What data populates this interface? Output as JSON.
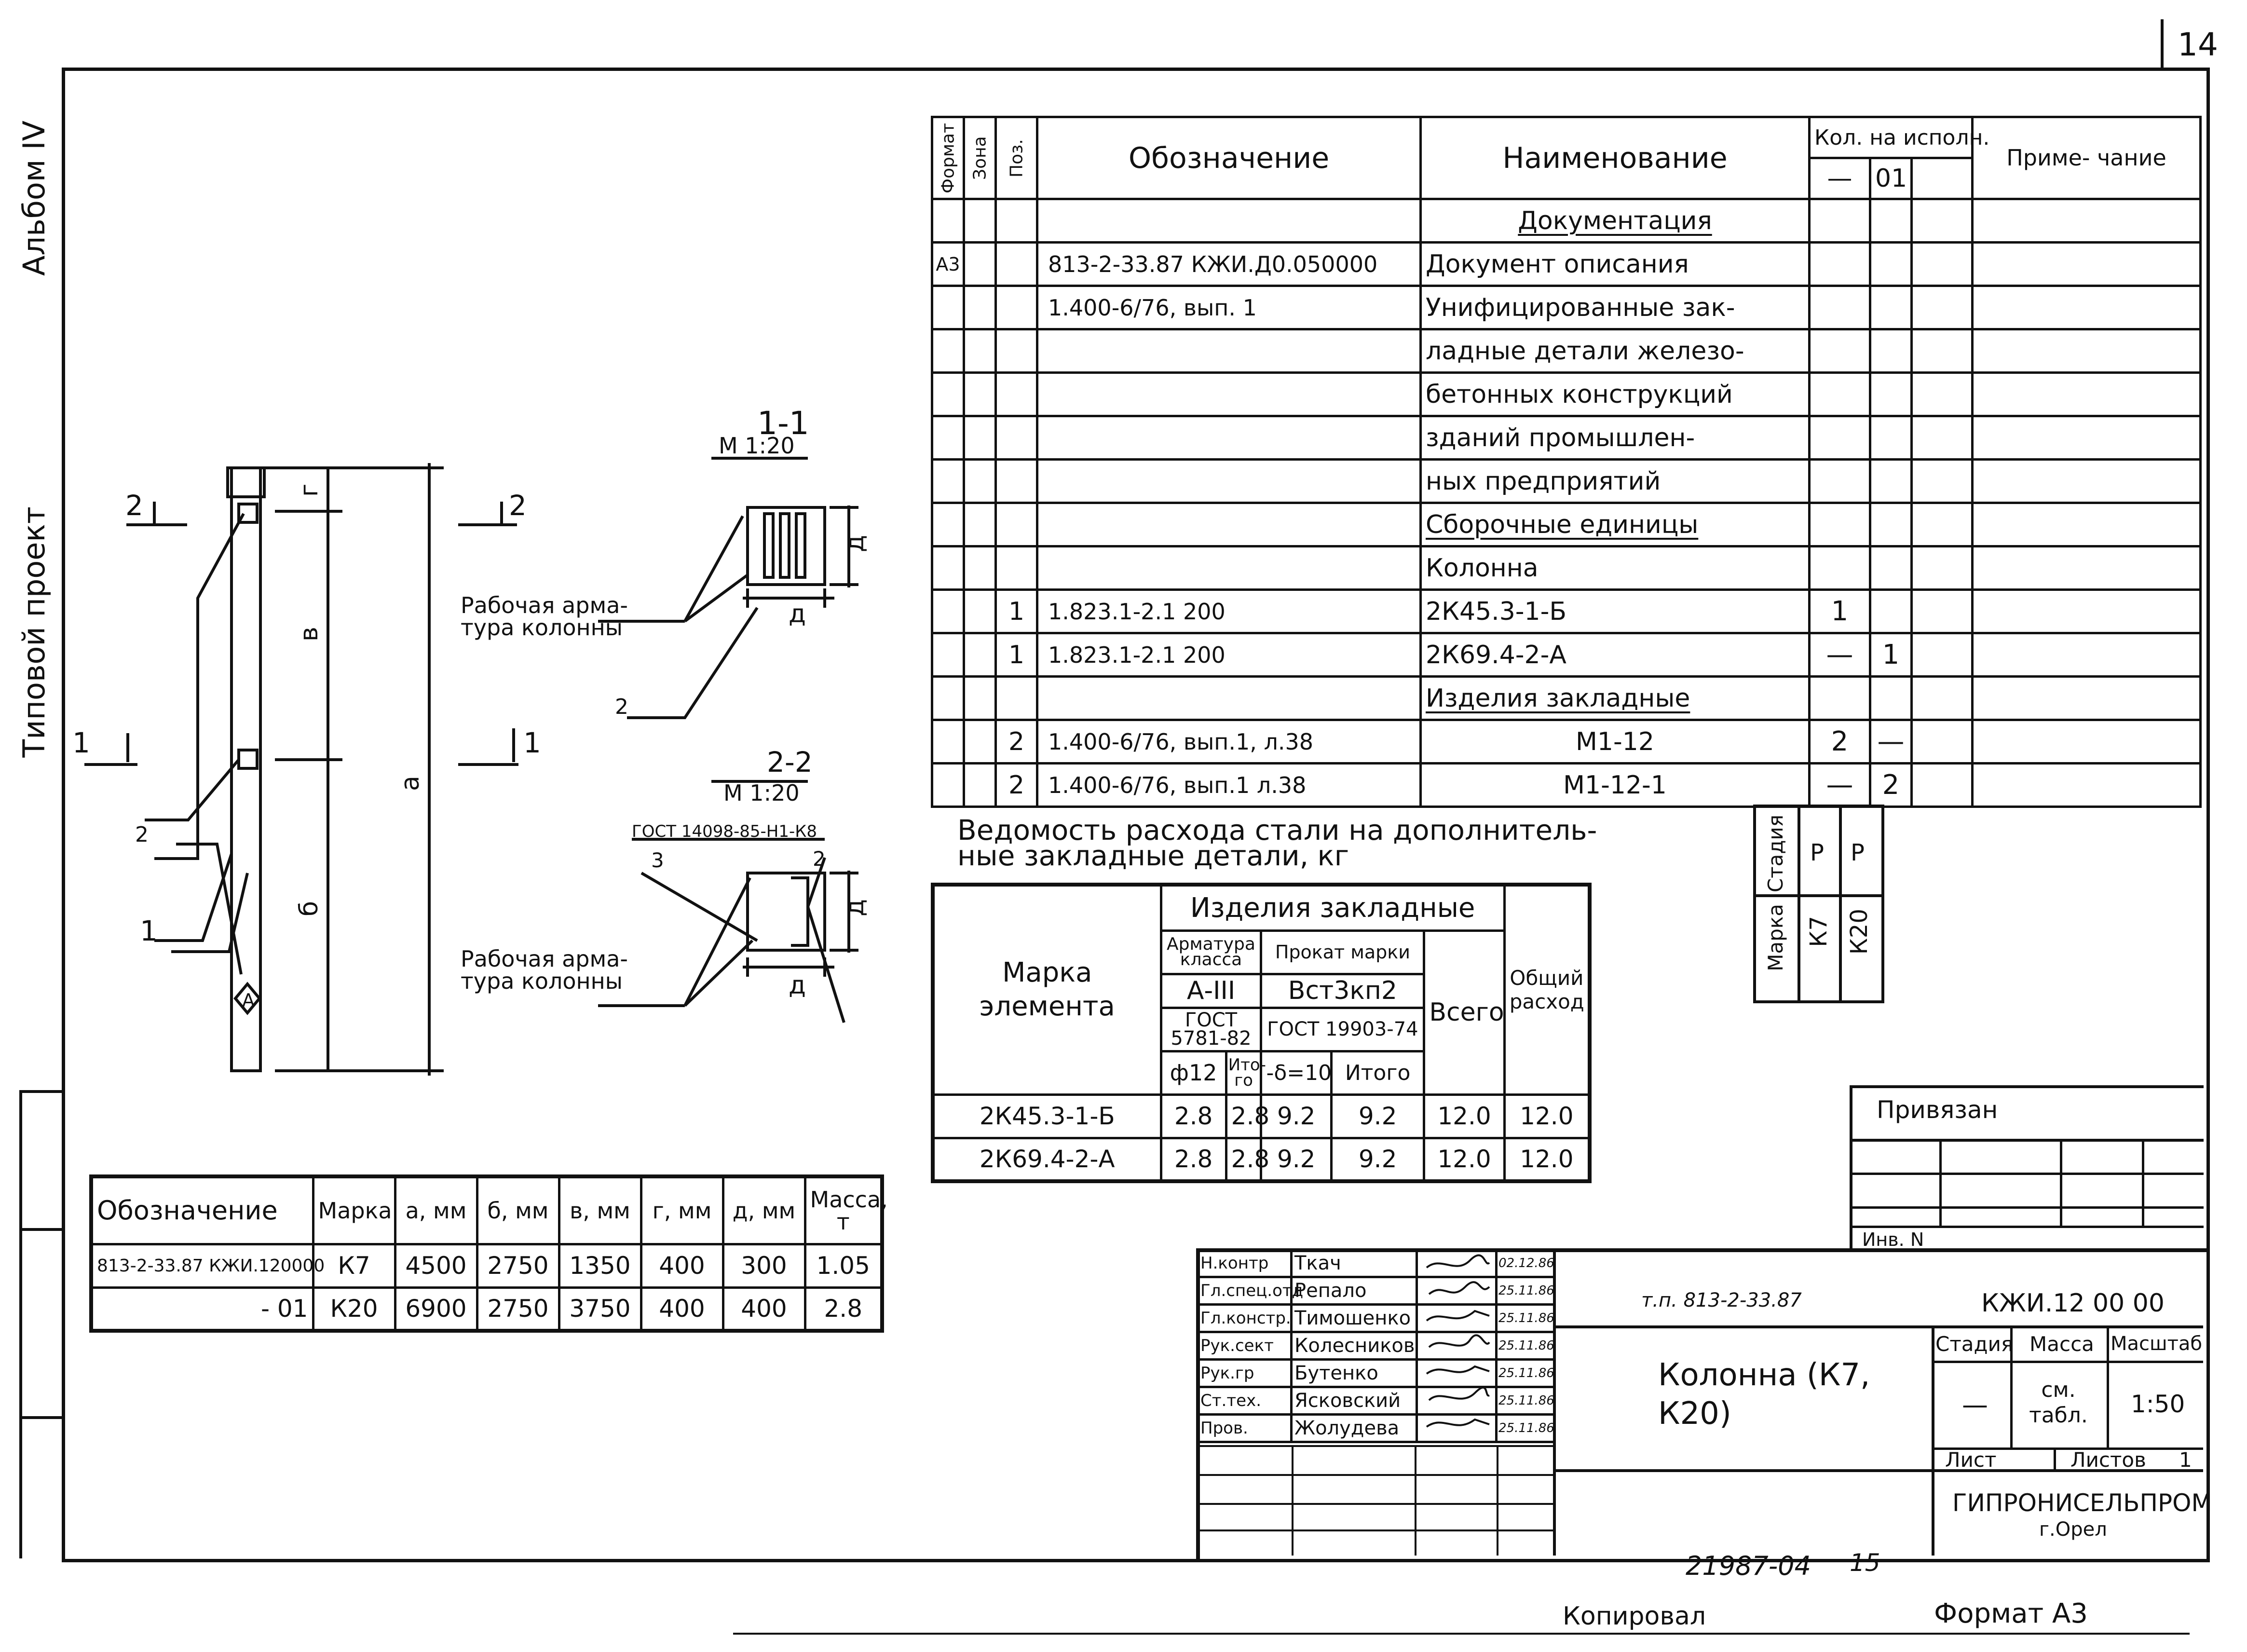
{
  "page": {
    "number": "14",
    "album": "Альбом IV",
    "project_type": "Типовой проект"
  },
  "spec": {
    "head": {
      "format": "Формат",
      "zone": "Зона",
      "pos": "Поз.",
      "designation": "Обозначение",
      "name": "Наименование",
      "qty": "Кол. на исполн.",
      "qty_a": "—",
      "qty_b": "01",
      "note": "Приме- чание"
    },
    "rows": [
      {
        "format": "",
        "pos": "",
        "des": "",
        "name": "Документация",
        "q1": "",
        "q2": ""
      },
      {
        "format": "А3",
        "pos": "",
        "des": "813-2-33.87   КЖИ.Д0.050000",
        "name": "Документ описания",
        "q1": "",
        "q2": ""
      },
      {
        "format": "",
        "pos": "",
        "des": "1.400-6/76, вып. 1",
        "name": "Унифицированные зак-",
        "q1": "",
        "q2": ""
      },
      {
        "format": "",
        "pos": "",
        "des": "",
        "name": "ладные детали железо-",
        "q1": "",
        "q2": ""
      },
      {
        "format": "",
        "pos": "",
        "des": "",
        "name": "бетонных конструкций",
        "q1": "",
        "q2": ""
      },
      {
        "format": "",
        "pos": "",
        "des": "",
        "name": "зданий промышлен-",
        "q1": "",
        "q2": ""
      },
      {
        "format": "",
        "pos": "",
        "des": "",
        "name": "ных предприятий",
        "q1": "",
        "q2": ""
      },
      {
        "format": "",
        "pos": "",
        "des": "",
        "name": "Сборочные единицы",
        "q1": "",
        "q2": ""
      },
      {
        "format": "",
        "pos": "",
        "des": "",
        "name": "Колонна",
        "q1": "",
        "q2": ""
      },
      {
        "format": "",
        "pos": "1",
        "des": "1.823.1-2.1        200",
        "name": "2К45.3-1-Б",
        "q1": "1",
        "q2": ""
      },
      {
        "format": "",
        "pos": "1",
        "des": "1.823.1-2.1        200",
        "name": "2К69.4-2-А",
        "q1": "—",
        "q2": "1"
      },
      {
        "format": "",
        "pos": "",
        "des": "",
        "name": "Изделия закладные",
        "q1": "",
        "q2": ""
      },
      {
        "format": "",
        "pos": "2",
        "des": "1.400-6/76, вып.1, л.38",
        "name": "М1-12",
        "q1": "2",
        "q2": "—"
      },
      {
        "format": "",
        "pos": "2",
        "des": "1.400-6/76, вып.1 л.38",
        "name": "М1-12-1",
        "q1": "—",
        "q2": "2"
      }
    ]
  },
  "stage_box": {
    "stage_label": "Стадия",
    "stage_1": "Р",
    "stage_2": "Р",
    "mark_label": "Марка",
    "mark_1": "К7",
    "mark_2": "К20"
  },
  "drawing": {
    "section_1": {
      "title": "1-1",
      "scale": "М 1:20"
    },
    "section_2": {
      "title": "2-2",
      "scale": "М 1:20"
    },
    "gost_label": "ГОСТ 14098-85-Н1-К8",
    "callout_rebar": "Рабочая арма- тура колонны",
    "callout_rebar_2": "Рабочая арма- тура колонны",
    "labels": {
      "cut2": "2",
      "cut1": "1",
      "pos1": "1",
      "pos2": "2",
      "pos2b": "2",
      "pos3": "3",
      "pos2c": "2",
      "d": "д",
      "dim_a": "а",
      "dim_b": "б",
      "dim_v": "в",
      "dim_g": "г",
      "mark_a": "А"
    }
  },
  "steel": {
    "title": "Ведомость расхода стали на дополнитель- ные закладные детали, кг",
    "h_mark": "Марка элемента",
    "h_group": "Изделия закладные",
    "h_rebar": "Арматура класса",
    "h_rolled": "Прокат марки",
    "h_class": "А-III",
    "h_steel": "Вст3кп2",
    "h_gost1": "ГОСТ 5781-82",
    "h_gost2": "ГОСТ 19903-74",
    "h_phi": "ф12",
    "h_sub1": "Ито- го",
    "h_delta": "-δ=10",
    "h_sub2": "Итого",
    "h_total": "Всего",
    "h_overall": "Общий расход",
    "rows": [
      {
        "mark": "2К45.3-1-Б",
        "v1": "2.8",
        "v2": "2.8",
        "v3": "9.2",
        "v4": "9.2",
        "v5": "12.0",
        "v6": "12.0"
      },
      {
        "mark": "2К69.4-2-А",
        "v1": "2.8",
        "v2": "2.8",
        "v3": "9.2",
        "v4": "9.2",
        "v5": "12.0",
        "v6": "12.0"
      }
    ]
  },
  "dims": {
    "head": [
      "Обозначение",
      "Марка",
      "а, мм",
      "б, мм",
      "в, мм",
      "г, мм",
      "д, мм",
      "Масса, т"
    ],
    "rows": [
      [
        "813-2-33.87 КЖИ.120000",
        "К7",
        "4500",
        "2750",
        "1350",
        "400",
        "300",
        "1.05"
      ],
      [
        "- 01",
        "К20",
        "6900",
        "2750",
        "3750",
        "400",
        "400",
        "2.8"
      ]
    ]
  },
  "privyazan": {
    "label": "Привязан",
    "inv": "Инв. N"
  },
  "title_block": {
    "signers": [
      {
        "role": "Н.контр",
        "name": "Ткач",
        "date": "02.12.86"
      },
      {
        "role": "Гл.спец.отд",
        "name": "Репало",
        "date": "25.11.86"
      },
      {
        "role": "Гл.констр.",
        "name": "Тимошенко",
        "date": "25.11.86"
      },
      {
        "role": "Рук.сект",
        "name": "Колесников",
        "date": "25.11.86"
      },
      {
        "role": "Рук.гр",
        "name": "Бутенко",
        "date": "25.11.86"
      },
      {
        "role": "Ст.тех.",
        "name": "Ясковский",
        "date": "25.11.86"
      },
      {
        "role": "Пров.",
        "name": "Жолудева",
        "date": "25.11.86"
      }
    ],
    "project": "т.п. 813-2-33.87",
    "code": "КЖИ.12 00 00",
    "title": "Колонна (К7, К20)",
    "stage_h": "Стадия",
    "mass_h": "Масса",
    "scale_h": "Масштаб",
    "stage_v": "—",
    "mass_v": "см. табл.",
    "scale_v": "1:50",
    "sheet_h": "Лист",
    "sheets_h": "Листов",
    "sheets_v": "1",
    "org": "ГИПРОНИСЕЛЬПРОМ",
    "city": "г.Орел"
  },
  "footer": {
    "number": "21987-04",
    "sub": "15",
    "copied": "Копировал",
    "format": "Формат А3"
  }
}
